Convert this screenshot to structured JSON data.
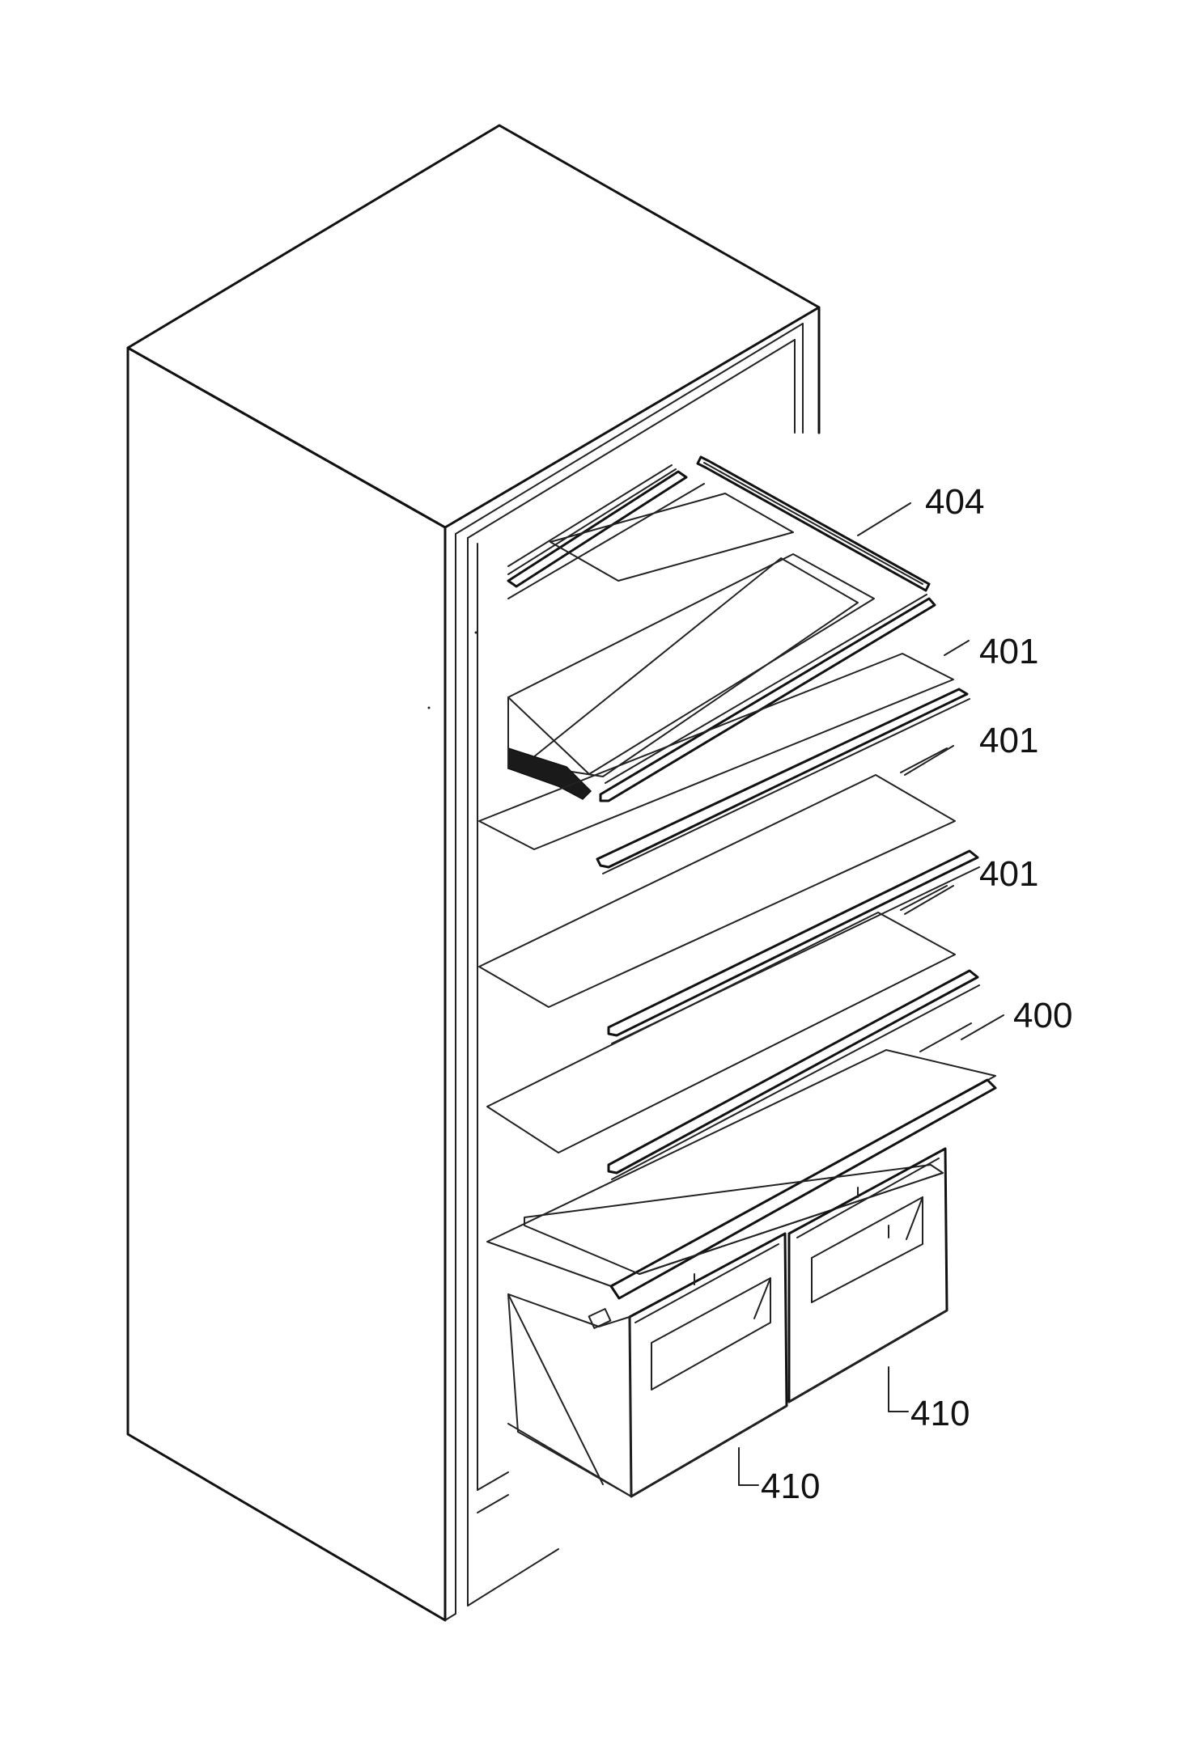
{
  "figure": {
    "labels": {
      "shelf_frame": "404",
      "shelf_top": "401",
      "shelf_middle": "401",
      "shelf_lower": "401",
      "shelf_bottom": "400",
      "drawer_right": "410",
      "drawer_left": "410"
    }
  }
}
